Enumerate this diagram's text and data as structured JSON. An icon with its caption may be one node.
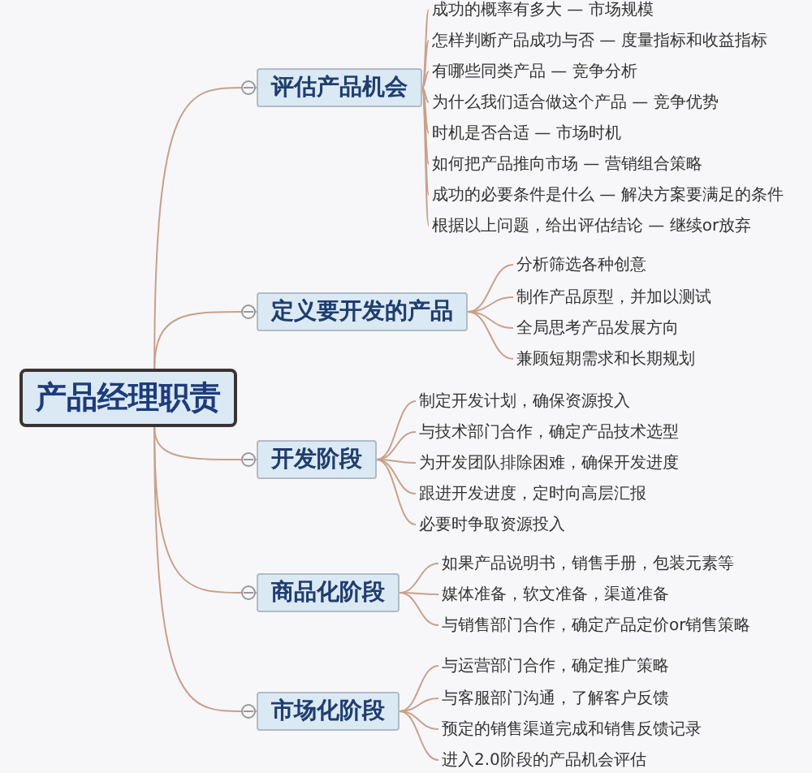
{
  "diagram": {
    "nodes": [
      {
        "text": [
          "产品经理职责"
        ]
      },
      {
        "text": [
          "评估产品机会"
        ]
      },
      {
        "text": [
          "成功的概率有多大 — 市场规模"
        ]
      },
      {
        "text": [
          "怎样判断产品成功与否 — 度量指标和收益指标"
        ]
      },
      {
        "text": [
          "有哪些同类产品 — 竞争分析"
        ]
      },
      {
        "text": [
          "为什么我们适合做这个产品 — 竞争优势"
        ]
      },
      {
        "text": [
          "时机是否合适 — 市场时机"
        ]
      },
      {
        "text": [
          "如何把产品推向市场 — 营销组合策略"
        ]
      },
      {
        "text": [
          "成功的必要条件是什么 — 解决方案要满足的条件"
        ]
      },
      {
        "text": [
          "根据以上问题，给出评估结论 — 继续or放弃"
        ]
      },
      {
        "text": [
          "定义要开发的产品"
        ]
      },
      {
        "text": [
          "分析筛选各种创意"
        ]
      },
      {
        "text": [
          "制作产品原型，并加以测试"
        ]
      },
      {
        "text": [
          "全局思考产品发展方向"
        ]
      },
      {
        "text": [
          "兼顾短期需求和长期规划"
        ]
      },
      {
        "text": [
          "开发阶段"
        ]
      },
      {
        "text": [
          "制定开发计划，确保资源投入"
        ]
      },
      {
        "text": [
          "与技术部门合作，确定产品技术选型"
        ]
      },
      {
        "text": [
          "为开发团队排除困难，确保开发进度"
        ]
      },
      {
        "text": [
          "跟进开发进度，定时向高层汇报"
        ]
      },
      {
        "text": [
          "必要时争取资源投入"
        ]
      },
      {
        "text": [
          "商品化阶段"
        ]
      },
      {
        "text": [
          "如果产品说明书，销售手册，包装元素等"
        ]
      },
      {
        "text": [
          "媒体准备，软文准备，渠道准备"
        ]
      },
      {
        "text": [
          "与销售部门合作，确定产品定价or销售策略"
        ]
      },
      {
        "text": [
          "市场化阶段"
        ]
      },
      {
        "text": [
          "与运营部门合作，确定推广策略"
        ]
      },
      {
        "text": [
          "与客服部门沟通，了解客户反馈"
        ]
      },
      {
        "text": [
          "预定的销售渠道完成和销售反馈记录"
        ]
      },
      {
        "text": [
          "进入2.0阶段的产品机会评估"
        ]
      }
    ],
    "edges": [
      {
        "from": 0,
        "to": 1,
        "arrow": "none"
      },
      {
        "from": 0,
        "to": 10,
        "arrow": "none"
      },
      {
        "from": 0,
        "to": 15,
        "arrow": "none"
      },
      {
        "from": 0,
        "to": 21,
        "arrow": "none"
      },
      {
        "from": 0,
        "to": 25,
        "arrow": "none"
      },
      {
        "from": 1,
        "to": 2,
        "arrow": "none"
      },
      {
        "from": 1,
        "to": 3,
        "arrow": "none"
      },
      {
        "from": 1,
        "to": 4,
        "arrow": "none"
      },
      {
        "from": 1,
        "to": 5,
        "arrow": "none"
      },
      {
        "from": 1,
        "to": 6,
        "arrow": "none"
      },
      {
        "from": 1,
        "to": 7,
        "arrow": "none"
      },
      {
        "from": 1,
        "to": 8,
        "arrow": "none"
      },
      {
        "from": 1,
        "to": 9,
        "arrow": "none"
      },
      {
        "from": 10,
        "to": 11,
        "arrow": "none"
      },
      {
        "from": 10,
        "to": 12,
        "arrow": "none"
      },
      {
        "from": 10,
        "to": 13,
        "arrow": "none"
      },
      {
        "from": 10,
        "to": 14,
        "arrow": "none"
      },
      {
        "from": 15,
        "to": 16,
        "arrow": "none"
      },
      {
        "from": 15,
        "to": 17,
        "arrow": "none"
      },
      {
        "from": 15,
        "to": 18,
        "arrow": "none"
      },
      {
        "from": 15,
        "to": 19,
        "arrow": "none"
      },
      {
        "from": 15,
        "to": 20,
        "arrow": "none"
      },
      {
        "from": 21,
        "to": 22,
        "arrow": "none"
      },
      {
        "from": 21,
        "to": 23,
        "arrow": "none"
      },
      {
        "from": 21,
        "to": 24,
        "arrow": "none"
      },
      {
        "from": 25,
        "to": 26,
        "arrow": "none"
      },
      {
        "from": 25,
        "to": 27,
        "arrow": "none"
      },
      {
        "from": 25,
        "to": 28,
        "arrow": "none"
      },
      {
        "from": 25,
        "to": 29,
        "arrow": "none"
      }
    ]
  }
}
